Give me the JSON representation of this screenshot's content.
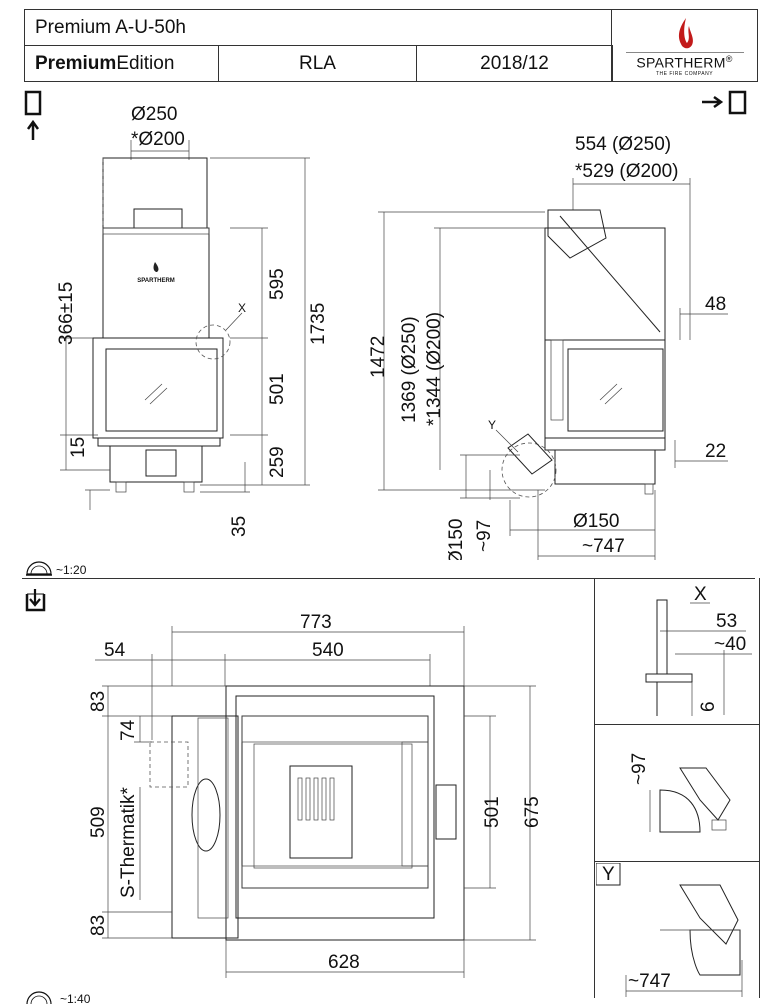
{
  "header": {
    "model": "Premium A-U-50h",
    "edition_bold": "Premium",
    "edition_rest": "Edition",
    "variant": "RLA",
    "date": "2018/12",
    "brand": "SPARTHERM",
    "brand_reg": "®",
    "brand_tagline": "THE FIRE COMPANY"
  },
  "front_view": {
    "flue_main": "Ø250",
    "flue_alt": "*Ø200",
    "dim_366": "366±15",
    "dim_15": "15",
    "dim_595": "595",
    "dim_1735": "1735",
    "dim_501": "501",
    "dim_259": "259",
    "dim_35": "35",
    "detail_x": "X",
    "logo_text": "SPARTHERM"
  },
  "side_view": {
    "dim_554": "554 (Ø250)",
    "dim_529": "*529 (Ø200)",
    "dim_48": "48",
    "dim_1472": "1472",
    "dim_1369": "1369 (Ø250)",
    "dim_1344": "*1344 (Ø200)",
    "dim_22": "22",
    "detail_y": "Y",
    "dim_150_v": "Ø150",
    "dim_97": "~97",
    "dim_150_h": "Ø150",
    "dim_747": "~747"
  },
  "scale_1": "~1:20",
  "plan_view": {
    "dim_773": "773",
    "dim_54": "54",
    "dim_540": "540",
    "dim_83_top": "83",
    "dim_74": "74",
    "dim_509": "509",
    "thermatik": "S-Thermatik*",
    "dim_83_bottom": "83",
    "dim_501": "501",
    "dim_675": "675",
    "dim_628": "628"
  },
  "detail_x": {
    "label": "X",
    "dim_53": "53",
    "dim_40": "~40",
    "dim_6": "6"
  },
  "detail_97": {
    "dim_97": "~97"
  },
  "detail_y": {
    "label": "Y",
    "dim_747": "~747"
  },
  "scale_2": "~1:40"
}
